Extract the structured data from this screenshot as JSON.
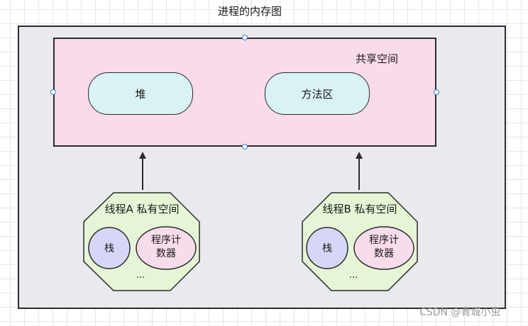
{
  "title": "进程的内存图",
  "shared": {
    "label": "共享空间",
    "heap": "堆",
    "method_area": "方法区"
  },
  "threads": [
    {
      "label": "线程A 私有空间",
      "stack": "栈",
      "pc_line1": "程序计",
      "pc_line2": "数器",
      "more": "..."
    },
    {
      "label": "线程B 私有空间",
      "stack": "栈",
      "pc_line1": "程序计",
      "pc_line2": "数器",
      "more": "..."
    }
  ],
  "watermark": "CSDN @青城小虫",
  "colors": {
    "process_fill": "#e8eaee",
    "shared_fill": "#fbdaeb",
    "shared_item_fill": "#d9f2f3",
    "thread_fill": "#e6f5d6",
    "stack_fill": "#d6d6f7",
    "pc_fill": "#f9dcec",
    "selection_handle": "#2f7de1"
  }
}
